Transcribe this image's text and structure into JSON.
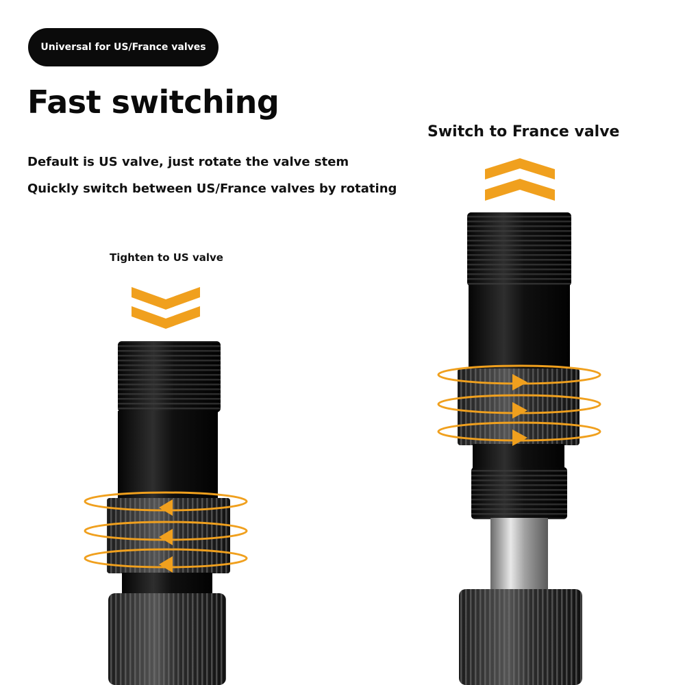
{
  "header": {
    "badge": "Universal for US/France valves",
    "title": "Fast switching",
    "line1": "Default is US valve, just rotate the valve stem",
    "line2": "Quickly switch between US/France valves by rotating"
  },
  "left_valve": {
    "label": "Tighten to US valve"
  },
  "right_valve": {
    "label": "Switch to France valve"
  },
  "colors": {
    "accent": "#f0a01e",
    "body": "#141414",
    "metal": "#9a9a9a"
  },
  "icons": [
    "chevron-down-icon",
    "chevron-up-icon",
    "rotate-arrow-icon"
  ]
}
